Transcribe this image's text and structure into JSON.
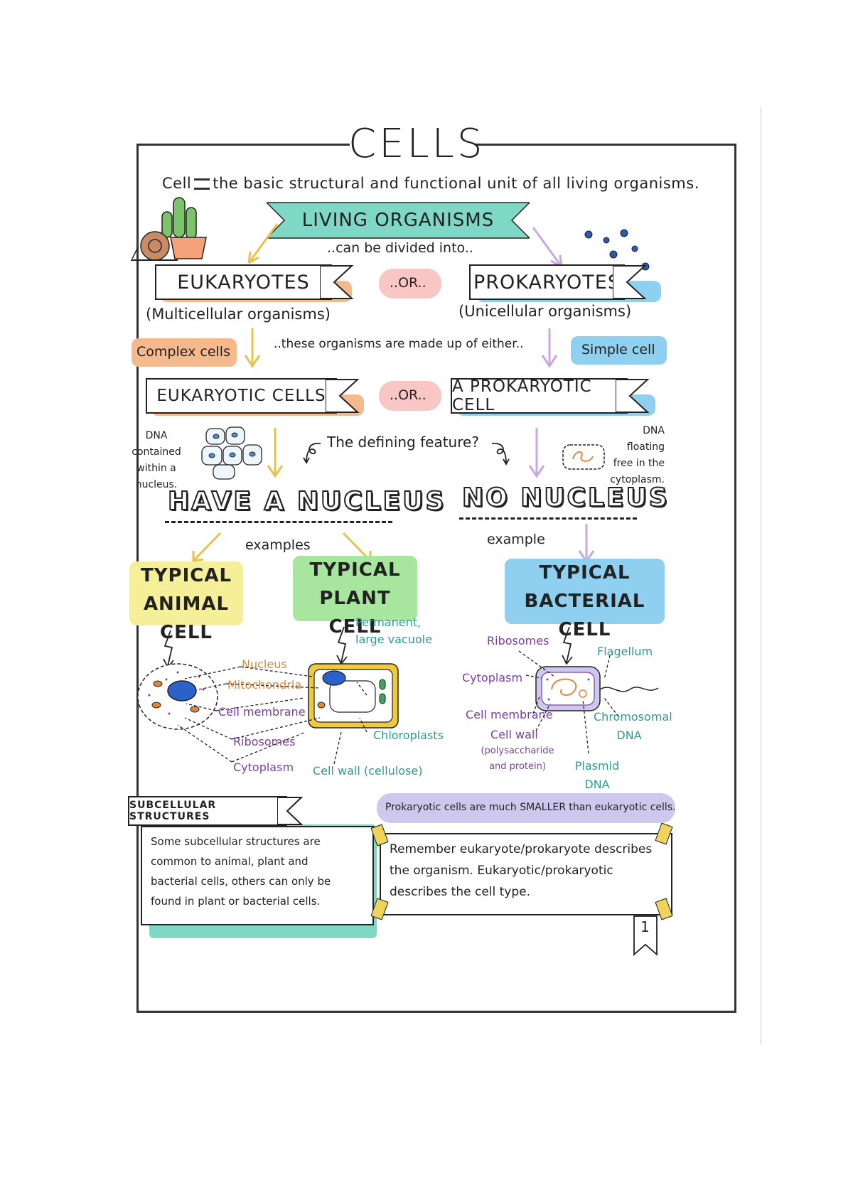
{
  "page": {
    "title": "CELLS",
    "definition_term": "Cell",
    "definition_text": "the basic structural and functional unit of all living organisms.",
    "page_number": "1"
  },
  "top": {
    "living_organisms": "LIVING ORGANISMS",
    "divided_into": "..can be divided into..",
    "or1": "..OR..",
    "or2": "..OR..",
    "eukaryotes": "EUKARYOTES",
    "prokaryotes": "PROKARYOTES",
    "multicellular": "(Multicellular organisms)",
    "unicellular": "(Unicellular organisms)",
    "made_up_of": "..these organisms are made up of either..",
    "complex_cells": "Complex cells",
    "simple_cell": "Simple cell",
    "eukaryotic_cells": "EUKARYOTIC CELLS",
    "prokaryotic_cell": "A PROKARYOTIC CELL"
  },
  "middle": {
    "dna_contained": [
      "DNA contained",
      "within a",
      "nucleus."
    ],
    "defining_feature": "The defining feature?",
    "dna_floating": [
      "DNA floating",
      "free in the",
      "cytoplasm."
    ],
    "have_nucleus": "HAVE A NUCLEUS",
    "no_nucleus": "NO NUCLEUS",
    "examples": "examples",
    "example": "example"
  },
  "cards": {
    "animal": [
      "TYPICAL",
      "ANIMAL CELL"
    ],
    "plant": [
      "TYPICAL",
      "PLANT CELL"
    ],
    "bacterial": [
      "TYPICAL",
      "BACTERIAL CELL"
    ]
  },
  "labels": {
    "nucleus": "Nucleus",
    "mitochondria": "Mitochondria",
    "cell_membrane": "Cell membrane",
    "ribosomes": "Ribosomes",
    "cytoplasm": "Cytoplasm",
    "permanent_vacuole": [
      "Permanent,",
      "large vacuole"
    ],
    "chloroplasts": "Chloroplasts",
    "cell_wall_cellulose": "Cell wall (cellulose)",
    "b_ribosomes": "Ribosomes",
    "b_flagellum": "Flagellum",
    "b_cytoplasm": "Cytoplasm",
    "b_cell_membrane": "Cell membrane",
    "b_cell_wall": "Cell wall",
    "b_cell_wall_detail": [
      "(polysaccharide",
      "and protein)"
    ],
    "b_chromosomal": [
      "Chromosomal",
      "DNA"
    ],
    "b_plasmid": [
      "Plasmid",
      "DNA"
    ]
  },
  "bottom": {
    "subcellular_title": "SUBCELLULAR STRUCTURES",
    "subcellular_text": [
      "Some subcellular structures are",
      "common to animal, plant and",
      "bacterial cells, others can only be",
      "found in plant or bacterial cells."
    ],
    "size_note": "Prokaryotic cells are much SMALLER than eukaryotic cells.",
    "remember_text": [
      "Remember eukaryote/prokaryote describes",
      "the organism. Eukaryotic/prokaryotic",
      "describes the cell type."
    ]
  },
  "colors": {
    "teal": "#7fd8c6",
    "orange": "#f6b98c",
    "pink": "#f8c6c4",
    "blue": "#8fd0f0",
    "yellow": "#f6ef9a",
    "green": "#a8e6a0",
    "lavender": "#cfc8ee",
    "ink": "#222222"
  }
}
